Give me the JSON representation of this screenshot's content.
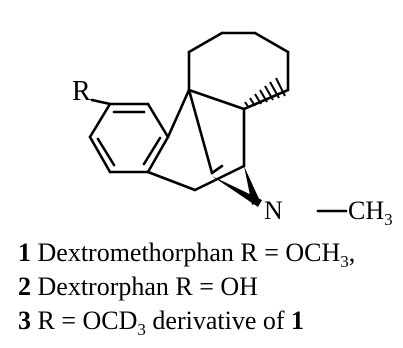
{
  "structure": {
    "r_label": "R",
    "n_label": "N",
    "methyl_ch": "CH",
    "methyl_sub": "3"
  },
  "captions": [
    {
      "num": "1",
      "pre": " Dextromethorphan R = OCH",
      "sub": "3",
      "post": ","
    },
    {
      "num": "2",
      "pre": " Dextrorphan R = OH",
      "sub": "",
      "post": ""
    },
    {
      "num": "3",
      "pre": " R = OCD",
      "sub": "3",
      "post": " derivative of ",
      "ref": "1"
    }
  ]
}
